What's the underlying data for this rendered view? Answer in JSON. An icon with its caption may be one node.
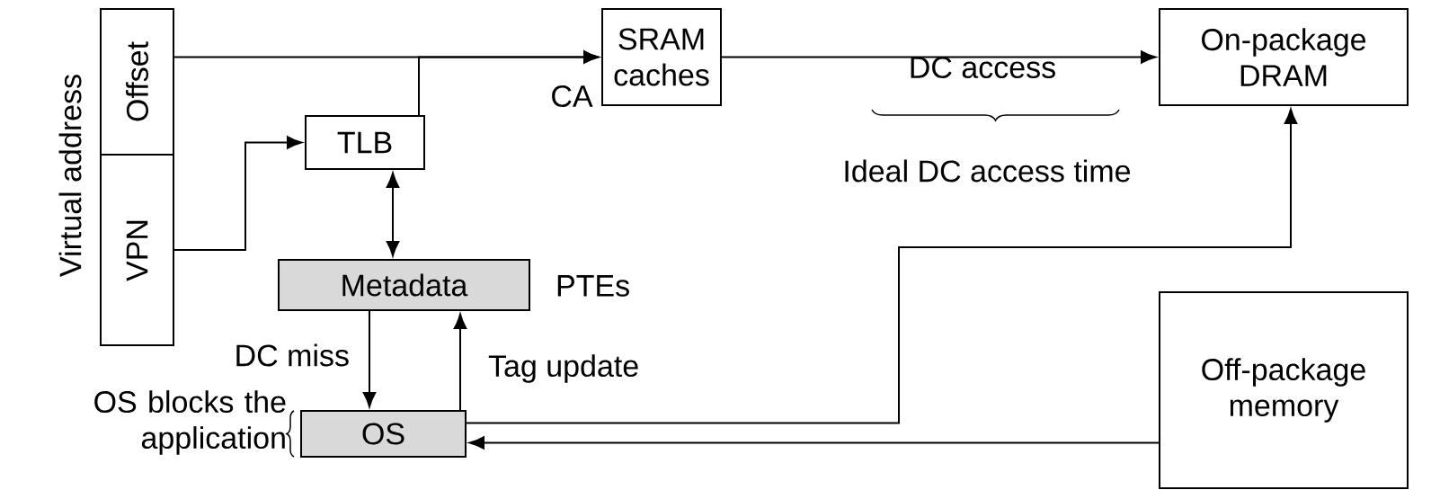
{
  "diagram": {
    "nodes": [
      {
        "text": [
          "Offset"
        ]
      },
      {
        "text": [
          "VPN"
        ]
      },
      {
        "text": [
          "TLB"
        ]
      },
      {
        "text": [
          "SRAM caches"
        ]
      },
      {
        "text": [
          "On-package DRAM"
        ]
      },
      {
        "text": [
          "Metadata"
        ],
        "beside": [
          "PTEs"
        ]
      },
      {
        "text": [
          "OS"
        ],
        "beside": [
          "OS blocks the application"
        ]
      },
      {
        "text": [
          "Off-package memory"
        ]
      }
    ],
    "edges": [
      {
        "from": 0,
        "to": 3,
        "arrow": "to",
        "label": "CA"
      },
      {
        "from": 2,
        "to": 3,
        "arrow": "to"
      },
      {
        "from": 1,
        "to": 2,
        "arrow": "to"
      },
      {
        "from": 2,
        "to": 5,
        "arrow": "both"
      },
      {
        "from": 3,
        "to": 4,
        "arrow": "to"
      },
      {
        "from": 5,
        "to": 6,
        "arrow": "to",
        "label": "DC miss"
      },
      {
        "from": 6,
        "to": 5,
        "arrow": "to",
        "label": "Tag update"
      },
      {
        "from": 6,
        "to": 4,
        "arrow": "to"
      },
      {
        "from": 7,
        "to": 6,
        "arrow": "to"
      }
    ],
    "labels": [
      "Virtual address",
      "DC access",
      "Ideal DC access time"
    ]
  }
}
